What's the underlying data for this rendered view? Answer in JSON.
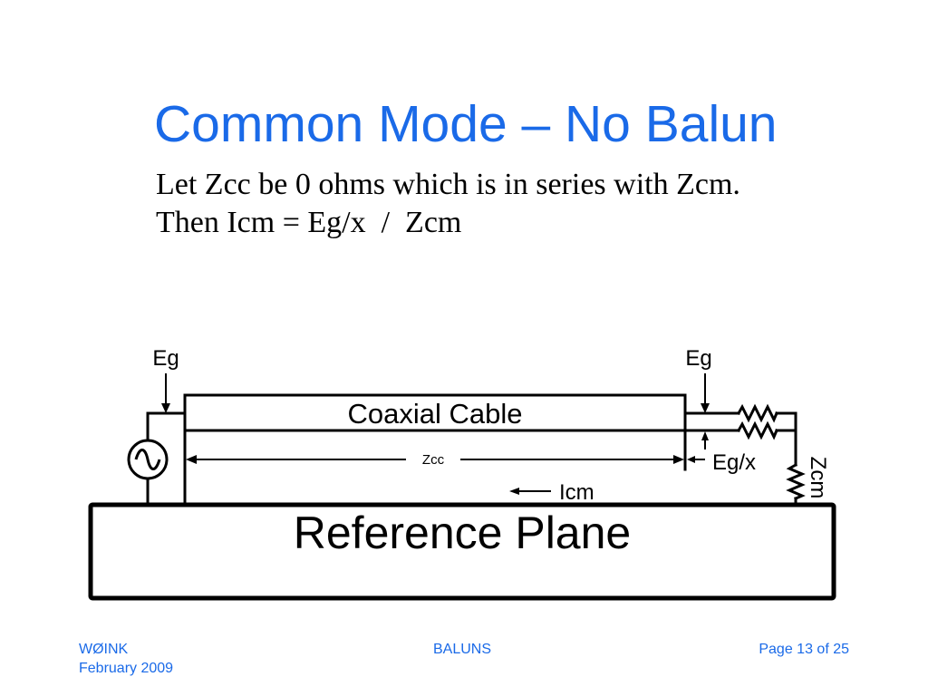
{
  "slide": {
    "title": "Common Mode – No Balun",
    "body_lines": [
      "Let Zcc be 0 ohms which is in series with Zcm.",
      "Then Icm = Eg/x  /  Zcm"
    ]
  },
  "diagram": {
    "labels": {
      "eg_left": "Eg",
      "eg_right": "Eg",
      "coaxial_cable": "Coaxial Cable",
      "zcc": "Zcc",
      "eg_over_x": "Eg/x",
      "icm": "Icm",
      "zcm": "Zcm",
      "reference_plane": "Reference Plane"
    },
    "icons": {
      "generator": "ac-source-icon",
      "resistor": "resistor-icon"
    }
  },
  "footer": {
    "author": "WØINK",
    "date": "February 2009",
    "topic": "BALUNS",
    "page": "Page 13 of 25"
  },
  "colors": {
    "accent": "#1a6ae8",
    "ink": "#000000",
    "background": "#ffffff"
  }
}
